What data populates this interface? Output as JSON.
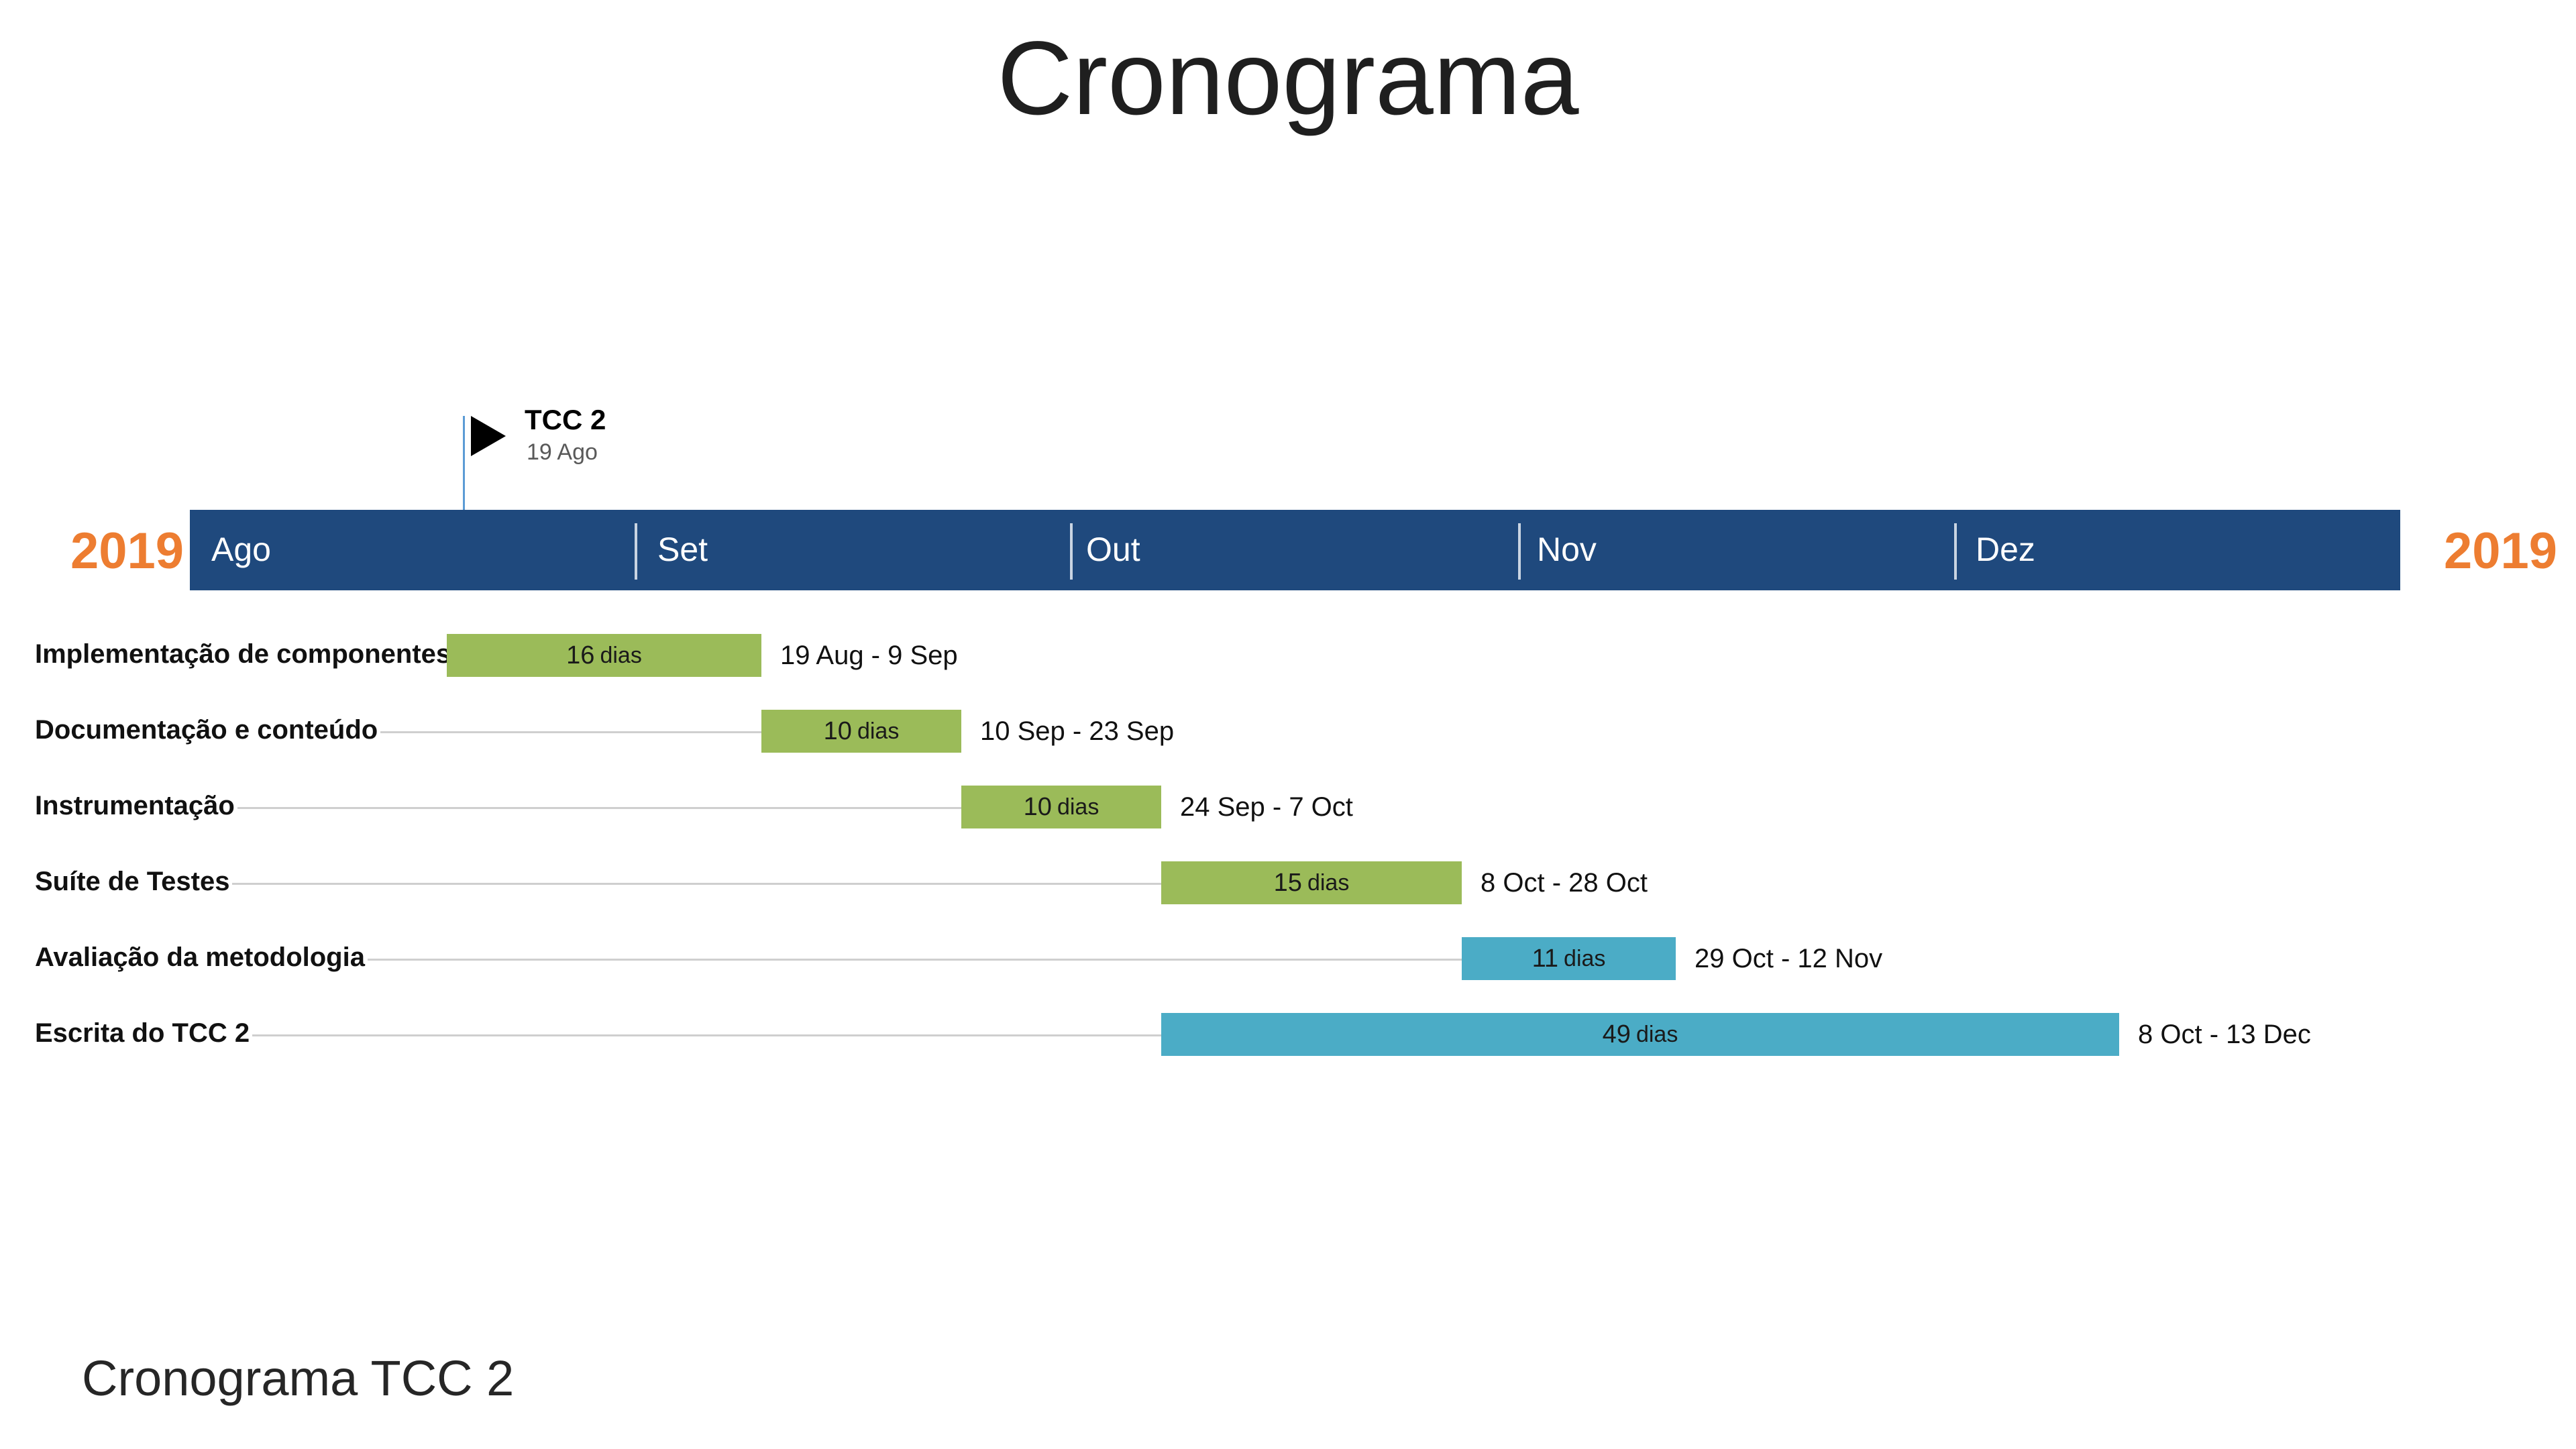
{
  "title": "Cronograma",
  "footer": "Cronograma TCC 2",
  "year_left": "2019",
  "year_right": "2019",
  "timeline": {
    "months": [
      "Ago",
      "Set",
      "Out",
      "Nov",
      "Dez"
    ],
    "band_color": "#1f497d"
  },
  "milestone": {
    "title": "TCC 2",
    "date": "19 Ago",
    "day": "2019-08-19"
  },
  "colors": {
    "green": "#9bbb59",
    "teal": "#4bacc6",
    "year": "#ed7d31"
  },
  "chart_data": {
    "type": "gantt",
    "tasks": [
      {
        "name": "Implementação de componentes",
        "start": "2019-08-19",
        "end": "2019-09-09",
        "duration": "16",
        "unit": "dias",
        "range": "19 Aug - 9 Sep",
        "color": "#9bbb59"
      },
      {
        "name": "Documentação e conteúdo",
        "start": "2019-09-10",
        "end": "2019-09-23",
        "duration": "10",
        "unit": "dias",
        "range": "10 Sep - 23 Sep",
        "color": "#9bbb59"
      },
      {
        "name": "Instrumentação",
        "start": "2019-09-24",
        "end": "2019-10-07",
        "duration": "10",
        "unit": "dias",
        "range": "24 Sep - 7 Oct",
        "color": "#9bbb59"
      },
      {
        "name": "Suíte de Testes",
        "start": "2019-10-08",
        "end": "2019-10-28",
        "duration": "15",
        "unit": "dias",
        "range": "8 Oct - 28 Oct",
        "color": "#9bbb59"
      },
      {
        "name": "Avaliação da metodologia",
        "start": "2019-10-29",
        "end": "2019-11-12",
        "duration": "11",
        "unit": "dias",
        "range": "29 Oct - 12 Nov",
        "color": "#4bacc6"
      },
      {
        "name": "Escrita do TCC 2",
        "start": "2019-10-08",
        "end": "2019-12-13",
        "duration": "49",
        "unit": "dias",
        "range": "8 Oct - 13 Dec",
        "color": "#4bacc6"
      }
    ]
  }
}
